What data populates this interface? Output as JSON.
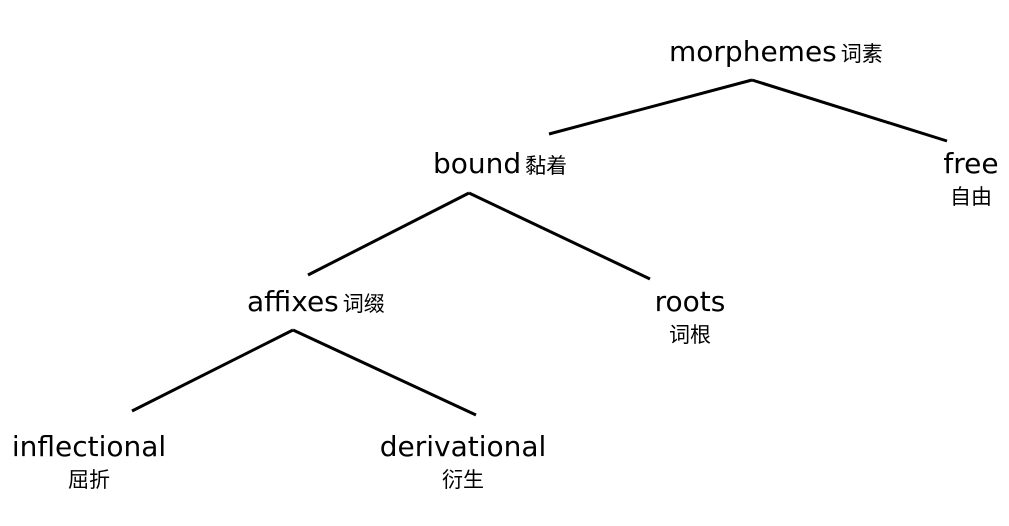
{
  "tree": {
    "morphemes": {
      "en": "morphemes",
      "zh": "词素"
    },
    "bound": {
      "en": "bound",
      "zh": "黏着"
    },
    "free": {
      "en": "free",
      "zh": "自由"
    },
    "affixes": {
      "en": "affixes",
      "zh": "词缀"
    },
    "roots": {
      "en": "roots",
      "zh": "词根"
    },
    "inflectional": {
      "en": "inflectional",
      "zh": "屈折"
    },
    "derivational": {
      "en": "derivational",
      "zh": "衍生"
    }
  },
  "style": {
    "line_color": "#000000",
    "text_color": "#000000"
  }
}
